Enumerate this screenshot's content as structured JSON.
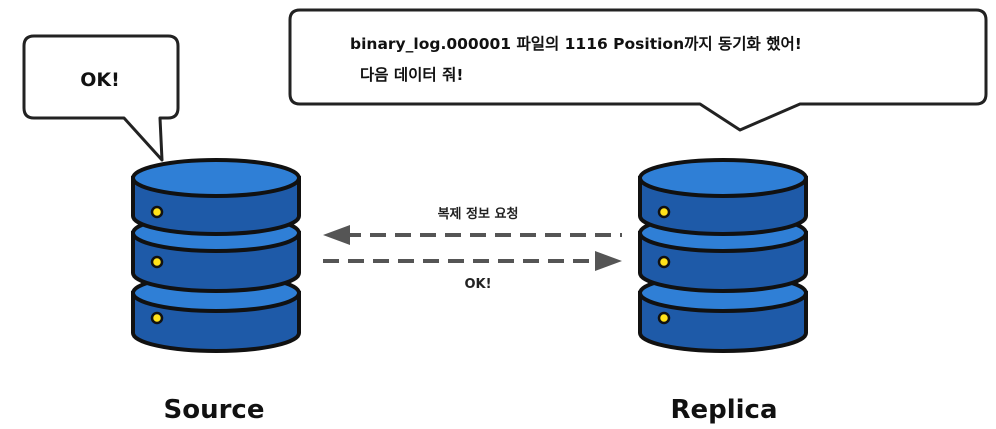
{
  "source": {
    "label": "Source",
    "bubble_text": "OK!"
  },
  "replica": {
    "label": "Replica",
    "bubble_line1": "binary_log.000001 파일의 1116 Position까지 동기화 했어!",
    "bubble_line2": "다음 데이터 줘!"
  },
  "arrows": {
    "request_label": "복제 정보 요청",
    "response_label": "OK!"
  },
  "colors": {
    "db_body": "#1e5aa8",
    "db_top": "#2f7fd6",
    "db_outline": "#111111",
    "indicator": "#ffe21a",
    "arrow": "#555555"
  }
}
